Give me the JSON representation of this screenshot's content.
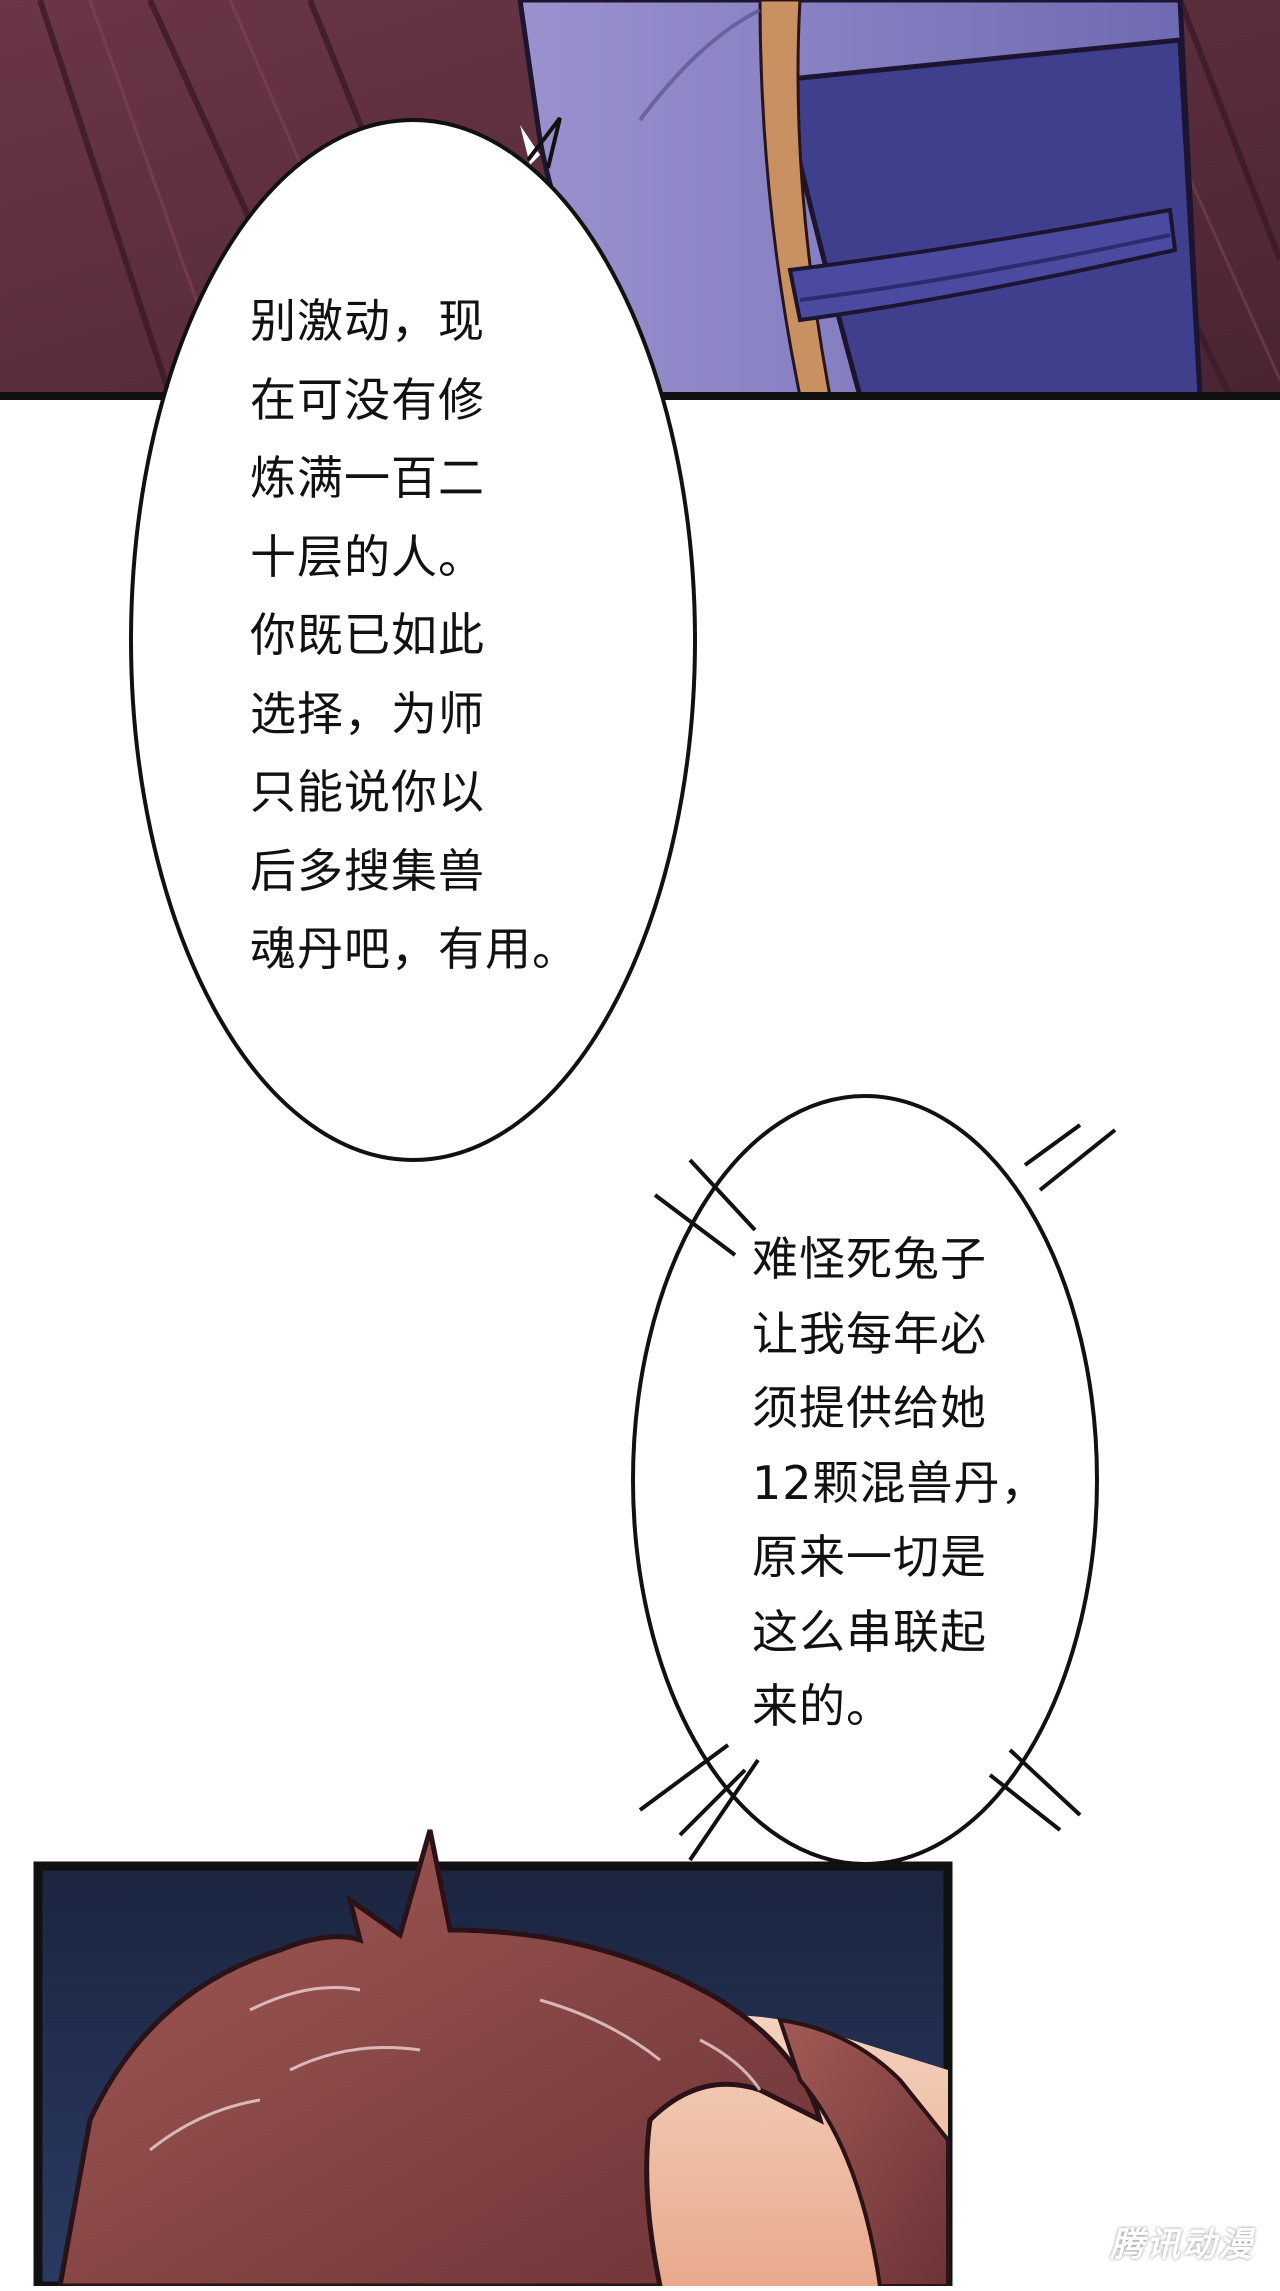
{
  "panels": {
    "top_panel": {
      "description_colors": {
        "floor": "#5a2d3c",
        "robe_light": "#8f86c4",
        "robe_dark": "#3f3f8e",
        "trim": "#b97a4e"
      }
    },
    "bottom_panel": {
      "description_colors": {
        "background": "#1e2b4a",
        "hair": "#8a4a45",
        "skin": "#f1c9b1"
      }
    }
  },
  "bubbles": {
    "master": {
      "text": "别激动，现\n在可没有修\n炼满一百二\n十层的人。\n你既已如此\n选择，为师\n只能说你以\n后多搜集兽\n魂丹吧，有用。"
    },
    "thought": {
      "text": "难怪死兔子\n让我每年必\n须提供给她\n12颗混兽丹，\n原来一切是\n这么串联起\n来的。"
    }
  },
  "watermark": {
    "text": "腾讯动漫"
  },
  "colors": {
    "panel_border": "#111111",
    "bubble_fill": "#ffffff",
    "bubble_stroke": "#111111"
  }
}
